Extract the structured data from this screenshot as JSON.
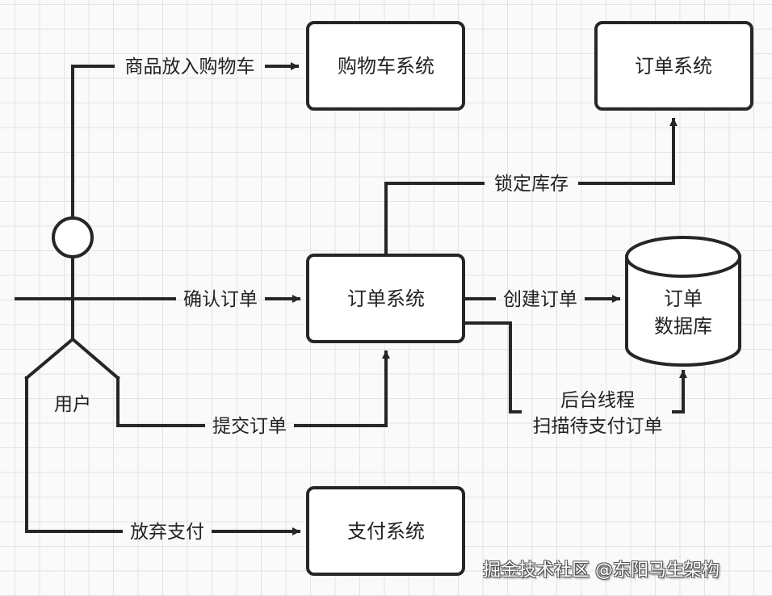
{
  "diagram": {
    "actor": {
      "label": "用户"
    },
    "nodes": {
      "cart_system": "购物车系统",
      "order_system_top": "订单系统",
      "order_system_main": "订单系统",
      "payment_system": "支付系统",
      "order_db_line1": "订单",
      "order_db_line2": "数据库"
    },
    "edges": {
      "add_to_cart": "商品放入购物车",
      "lock_stock": "锁定库存",
      "confirm_order": "确认订单",
      "create_order": "创建订单",
      "submit_order": "提交订单",
      "background_line1": "后台线程",
      "background_line2": "扫描待支付订单",
      "abandon_payment": "放弃支付"
    },
    "colors": {
      "stroke": "#262626",
      "background": "#fafafa",
      "grid": "#e2e2e2"
    }
  },
  "watermark": "掘金技术社区 @东阳马生架构"
}
